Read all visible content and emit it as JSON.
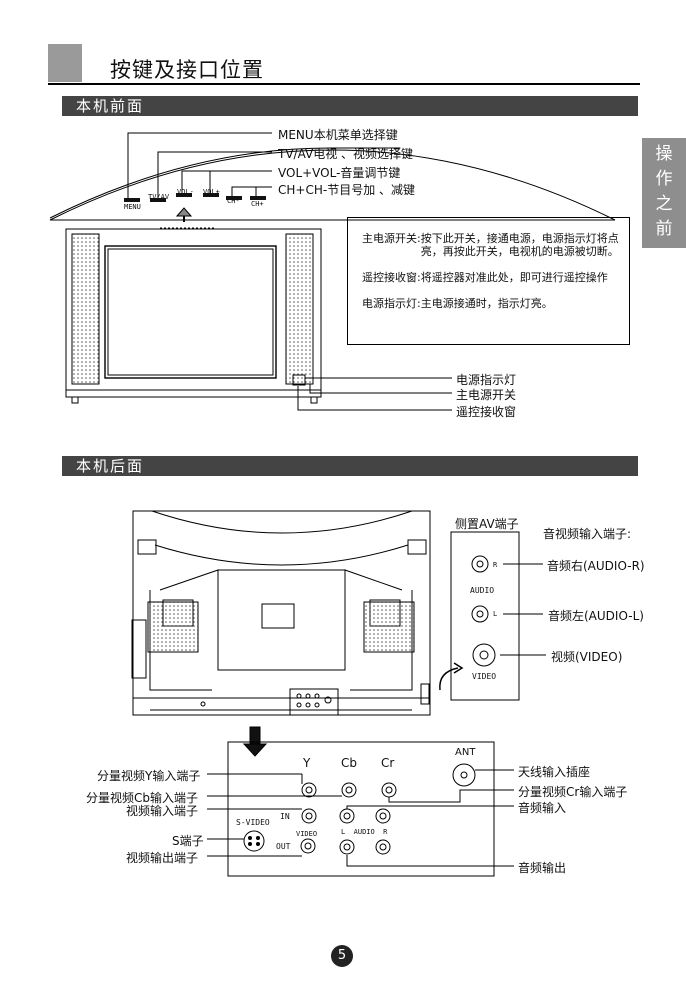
{
  "header": {
    "title": "按键及接口位置"
  },
  "side_tab": {
    "chars": [
      "操",
      "作",
      "之",
      "前"
    ]
  },
  "front": {
    "section_title": "本机前面",
    "callouts": {
      "menu": "MENU本机菜单选择键",
      "tvav": "TV/AV电视 、视频选择键",
      "vol": "VOL+VOL-音量调节键",
      "ch": "CH+CH-节目号加 、减键"
    },
    "button_labels": {
      "menu": "MENU",
      "tvav": "TV/AV",
      "vol_minus": "VOL-",
      "vol_plus": "VOL+",
      "ch_minus": "CH-",
      "ch_plus": "CH+"
    },
    "notes": [
      {
        "key": "主电源开关:",
        "value": "按下此开关，接通电源，电源指示灯将点亮，再按此开关，电视机的电源被切断。"
      },
      {
        "key": "遥控接收窗:",
        "value": "将遥控器对准此处，即可进行遥控操作"
      },
      {
        "key": "电源指示灯:",
        "value": "主电源接通时，指示灯亮。"
      }
    ],
    "bottom_callouts": {
      "power_led": "电源指示灯",
      "main_power": "主电源开关",
      "remote_window": "遥控接收窗"
    }
  },
  "back": {
    "section_title": "本机后面",
    "side_av": {
      "title": "侧置AV端子",
      "subtitle": "音视频输入端子:",
      "audio_r": "音频右(AUDIO-R)",
      "audio_l": "音频左(AUDIO-L)",
      "video": "视频(VIDEO)",
      "panel_labels": {
        "r": "R",
        "audio": "AUDIO",
        "l": "L",
        "video": "VIDEO"
      }
    },
    "panel": {
      "labels": {
        "y": "Y",
        "cb": "Cb",
        "cr": "Cr",
        "ant": "ANT",
        "svideo": "S-VIDEO",
        "in": "IN",
        "video": "VIDEO",
        "out": "OUT",
        "audio": "L  AUDIO  R"
      },
      "callouts_left": {
        "y_in": "分量视频Y输入端子",
        "cb_in": "分量视频Cb输入端子",
        "video_in": "视频输入端子",
        "s_port": "S端子",
        "video_out": "视频输出端子"
      },
      "callouts_right": {
        "antenna": "天线输入插座",
        "cr_in": "分量视频Cr输入端子",
        "audio_in": "音频输入",
        "audio_out": "音频输出"
      }
    }
  },
  "footer": {
    "page_number": "5"
  }
}
